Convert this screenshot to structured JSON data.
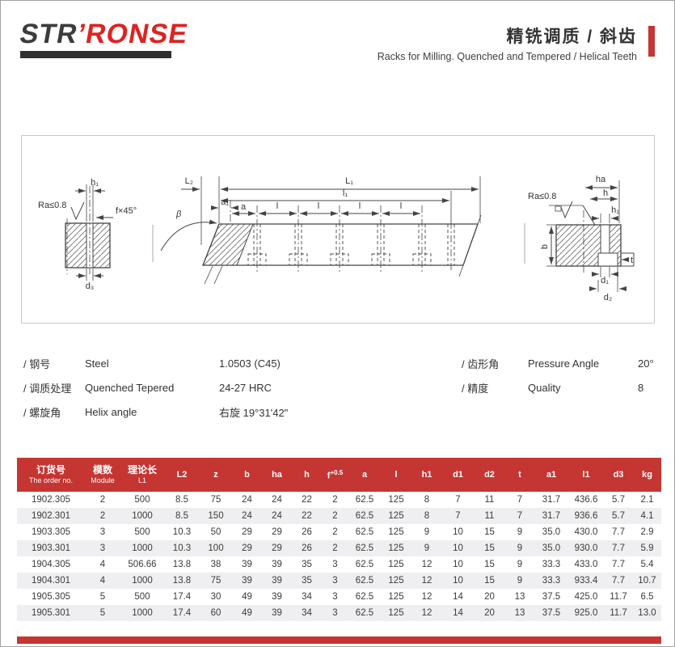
{
  "colors": {
    "brand_red": "#dd2422",
    "accent_red": "#c53532",
    "row_alt": "#efeff1"
  },
  "header": {
    "logo_part1": "STR",
    "logo_part2": "’RONSE",
    "title_zh": "精铣调质 / 斜齿",
    "title_en": "Racks for Milling. Quenched and Tempered / Helical Teeth"
  },
  "drawing": {
    "left_view": {
      "h1": "h₁",
      "ra": "Ra≤0.8",
      "f45": "f×45°",
      "d3": "d₃"
    },
    "top_view": {
      "L2": "L₂",
      "L1": "L₁",
      "l1": "l₁",
      "a1": "a₁",
      "a": "a",
      "l": "l",
      "beta": "β"
    },
    "right_view": {
      "ha": "ha",
      "h": "h",
      "h1": "h₁",
      "ra": "Ra≤0.8",
      "b": "b",
      "t": "t",
      "d1": "d₁",
      "d2": "d₂"
    }
  },
  "specs": {
    "left": [
      {
        "zh": "/ 钢号",
        "en": "Steel",
        "val": "1.0503 (C45)"
      },
      {
        "zh": "/ 调质处理",
        "en": "Quenched Tepered",
        "val": "24-27 HRC"
      },
      {
        "zh": "/ 螺旋角",
        "en": "Helix angle",
        "val": "右旋 19°31'42\""
      }
    ],
    "right": [
      {
        "zh": "/ 齿形角",
        "en": "Pressure Angle",
        "val": "20°"
      },
      {
        "zh": "/ 精度",
        "en": "Quality",
        "val": "8"
      }
    ]
  },
  "table": {
    "columns": [
      {
        "zh": "订货号",
        "en": "The order no."
      },
      {
        "zh": "模数",
        "en": "Module"
      },
      {
        "zh": "理论长",
        "en": "L1"
      },
      {
        "label": "L2"
      },
      {
        "label": "z"
      },
      {
        "label": "b"
      },
      {
        "label": "ha"
      },
      {
        "label": "h"
      },
      {
        "label": "f",
        "sup": "+0.5"
      },
      {
        "label": "a"
      },
      {
        "label": "l"
      },
      {
        "label": "h1"
      },
      {
        "label": "d1"
      },
      {
        "label": "d2"
      },
      {
        "label": "t"
      },
      {
        "label": "a1"
      },
      {
        "label": "l1"
      },
      {
        "label": "d3"
      },
      {
        "label": "kg"
      }
    ],
    "rows": [
      [
        "1902.305",
        "2",
        "500",
        "8.5",
        "75",
        "24",
        "24",
        "22",
        "2",
        "62.5",
        "125",
        "8",
        "7",
        "11",
        "7",
        "31.7",
        "436.6",
        "5.7",
        "2.1"
      ],
      [
        "1902.301",
        "2",
        "1000",
        "8.5",
        "150",
        "24",
        "24",
        "22",
        "2",
        "62.5",
        "125",
        "8",
        "7",
        "11",
        "7",
        "31.7",
        "936.6",
        "5.7",
        "4.1"
      ],
      [
        "1903.305",
        "3",
        "500",
        "10.3",
        "50",
        "29",
        "29",
        "26",
        "2",
        "62.5",
        "125",
        "9",
        "10",
        "15",
        "9",
        "35.0",
        "430.0",
        "7.7",
        "2.9"
      ],
      [
        "1903.301",
        "3",
        "1000",
        "10.3",
        "100",
        "29",
        "29",
        "26",
        "2",
        "62.5",
        "125",
        "9",
        "10",
        "15",
        "9",
        "35.0",
        "930.0",
        "7.7",
        "5.9"
      ],
      [
        "1904.305",
        "4",
        "506.66",
        "13.8",
        "38",
        "39",
        "39",
        "35",
        "3",
        "62.5",
        "125",
        "12",
        "10",
        "15",
        "9",
        "33.3",
        "433.0",
        "7.7",
        "5.4"
      ],
      [
        "1904.301",
        "4",
        "1000",
        "13.8",
        "75",
        "39",
        "39",
        "35",
        "3",
        "62.5",
        "125",
        "12",
        "10",
        "15",
        "9",
        "33.3",
        "933.4",
        "7.7",
        "10.7"
      ],
      [
        "1905.305",
        "5",
        "500",
        "17.4",
        "30",
        "49",
        "39",
        "34",
        "3",
        "62.5",
        "125",
        "12",
        "14",
        "20",
        "13",
        "37.5",
        "425.0",
        "11.7",
        "6.5"
      ],
      [
        "1905.301",
        "5",
        "1000",
        "17.4",
        "60",
        "49",
        "39",
        "34",
        "3",
        "62.5",
        "125",
        "12",
        "14",
        "20",
        "13",
        "37.5",
        "925.0",
        "11.7",
        "13.0"
      ]
    ]
  }
}
